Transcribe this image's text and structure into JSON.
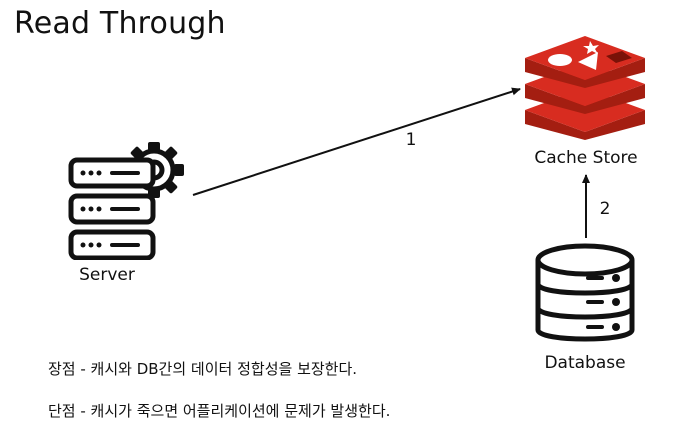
{
  "title": "Read Through",
  "nodes": {
    "server": "Server",
    "cache": "Cache Store",
    "database": "Database"
  },
  "edges": {
    "server_to_cache": "1",
    "database_to_cache": "2"
  },
  "notes": {
    "pros": "장점 - 캐시와 DB간의 데이터 정합성을 보장한다.",
    "cons": "단점 - 캐시가 죽으면 어플리케이션에 문제가 발생한다."
  },
  "colors": {
    "redis_red": "#d82c20",
    "redis_dark": "#a41e11",
    "line": "#111111"
  }
}
